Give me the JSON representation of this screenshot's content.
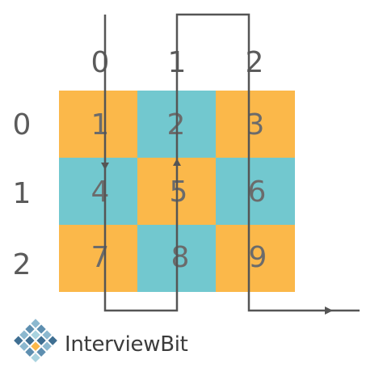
{
  "matrix": {
    "column_headers": [
      "0",
      "1",
      "2"
    ],
    "row_headers": [
      "0",
      "1",
      "2"
    ],
    "cells": [
      [
        "1",
        "2",
        "3"
      ],
      [
        "4",
        "5",
        "6"
      ],
      [
        "7",
        "8",
        "9"
      ]
    ],
    "colors": {
      "orange": "#fbb84a",
      "teal": "#72c8cf",
      "path": "#555555",
      "label": "#5b5b5b"
    },
    "traversal": "column-wise zigzag: down column 0, up column 1, down column 2"
  },
  "brand": {
    "name": "InterviewBit",
    "logo_icon": "diamond-grid-logo-icon"
  }
}
